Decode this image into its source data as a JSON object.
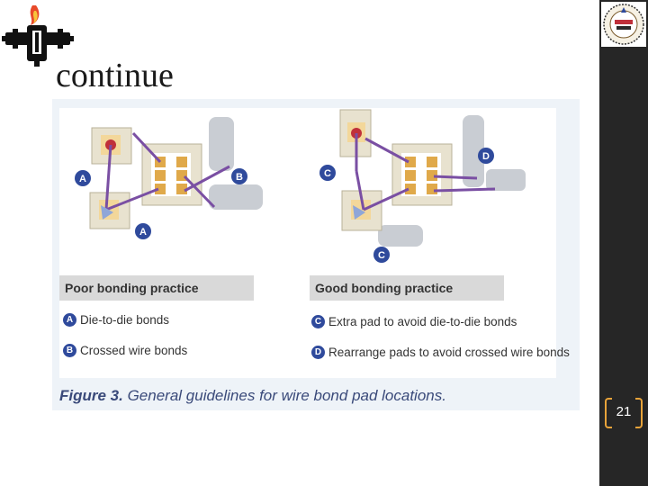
{
  "slide": {
    "title": "continue",
    "number": "21"
  },
  "figure": {
    "poor_label": "Poor bonding practice",
    "good_label": "Good bonding practice",
    "legend_left": [
      {
        "key": "A",
        "text": "Die-to-die bonds"
      },
      {
        "key": "B",
        "text": "Crossed wire bonds"
      }
    ],
    "legend_right": [
      {
        "key": "C",
        "text": "Extra pad to avoid die-to-die bonds"
      },
      {
        "key": "D",
        "text": "Rearrange pads to avoid crossed wire bonds"
      }
    ],
    "callouts": {
      "a": "A",
      "b": "B",
      "c": "C",
      "d": "D"
    },
    "caption_prefix": "Figure 3.",
    "caption_text": " General guidelines for wire bond pad locations."
  },
  "colors": {
    "sidebar": "#262626",
    "accent": "#e8a33a",
    "callout": "#2f4a9c",
    "wire": "#7a4fa3",
    "pad": "#e0a94a",
    "bond": "#c0303a"
  }
}
